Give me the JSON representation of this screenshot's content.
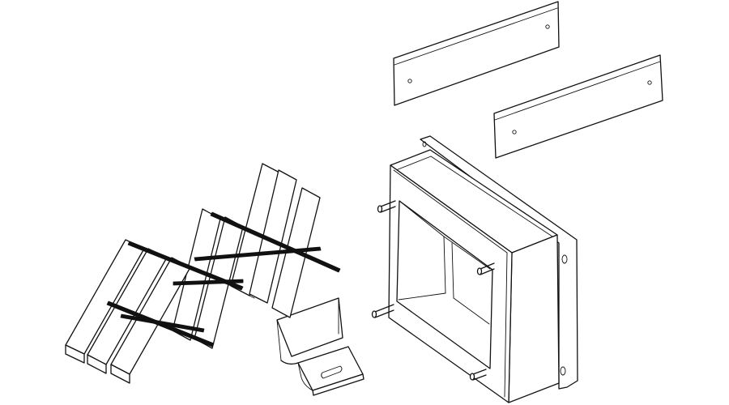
{
  "diagram": {
    "type": "exploded-view line drawing",
    "text_labels": [],
    "colors": {
      "background": "#ffffff",
      "line": "#111111"
    },
    "parts": [
      "cover-plate",
      "cover-plate",
      "rectangular-housing",
      "mounting-bracket",
      "fin-array"
    ]
  }
}
